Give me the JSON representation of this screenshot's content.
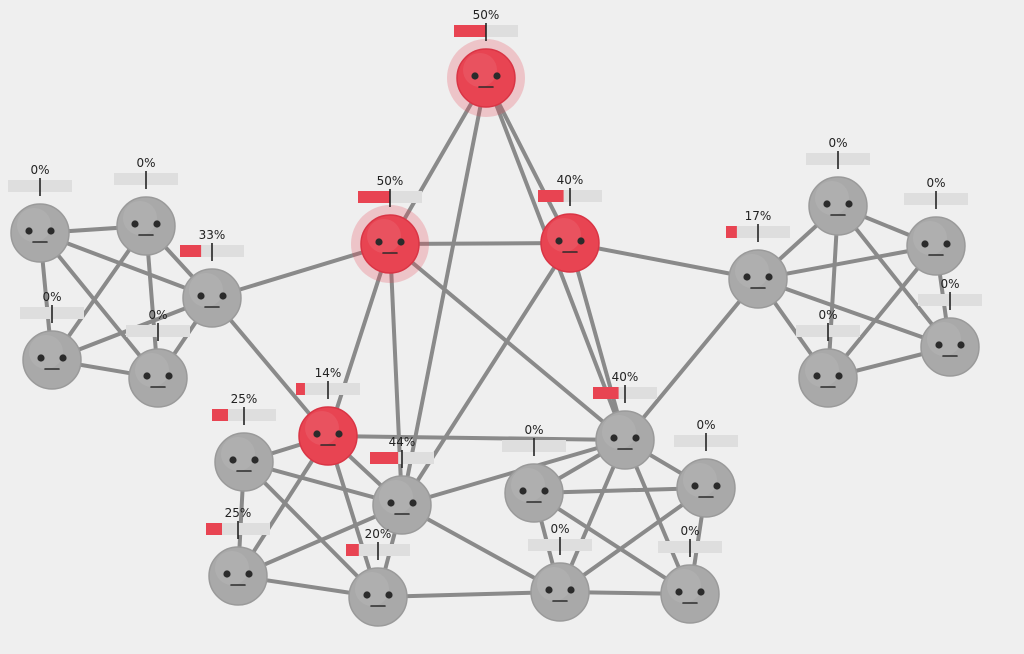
{
  "game": {
    "colors": {
      "background": "#efefef",
      "infected": "#e84452",
      "healthy": "#a9a9a9",
      "edge": "#8a8a8a",
      "bar_bg": "#dedede",
      "bar_fill": "#e84452"
    },
    "nodes": [
      {
        "id": "n0",
        "label": "50%",
        "percent": 0.5,
        "state": "infected",
        "glow": true
      },
      {
        "id": "n1",
        "label": "50%",
        "percent": 0.5,
        "state": "infected",
        "glow": true
      },
      {
        "id": "n2",
        "label": "40%",
        "percent": 0.4,
        "state": "infected",
        "glow": false
      },
      {
        "id": "n3",
        "label": "14%",
        "percent": 0.14,
        "state": "infected",
        "glow": false
      },
      {
        "id": "n4",
        "label": "0%",
        "percent": 0,
        "state": "healthy"
      },
      {
        "id": "n5",
        "label": "0%",
        "percent": 0,
        "state": "healthy"
      },
      {
        "id": "n6",
        "label": "33%",
        "percent": 0.33,
        "state": "healthy"
      },
      {
        "id": "n7",
        "label": "0%",
        "percent": 0,
        "state": "healthy"
      },
      {
        "id": "n8",
        "label": "0%",
        "percent": 0,
        "state": "healthy"
      },
      {
        "id": "n9",
        "label": "0%",
        "percent": 0,
        "state": "healthy"
      },
      {
        "id": "n10",
        "label": "0%",
        "percent": 0,
        "state": "healthy"
      },
      {
        "id": "n11",
        "label": "17%",
        "percent": 0.17,
        "state": "healthy"
      },
      {
        "id": "n12",
        "label": "0%",
        "percent": 0,
        "state": "healthy"
      },
      {
        "id": "n13",
        "label": "0%",
        "percent": 0,
        "state": "healthy"
      },
      {
        "id": "n14",
        "label": "40%",
        "percent": 0.4,
        "state": "healthy"
      },
      {
        "id": "n15",
        "label": "25%",
        "percent": 0.25,
        "state": "healthy"
      },
      {
        "id": "n16",
        "label": "44%",
        "percent": 0.44,
        "state": "healthy"
      },
      {
        "id": "n17",
        "label": "25%",
        "percent": 0.25,
        "state": "healthy"
      },
      {
        "id": "n18",
        "label": "20%",
        "percent": 0.2,
        "state": "healthy"
      },
      {
        "id": "n19",
        "label": "0%",
        "percent": 0,
        "state": "healthy"
      },
      {
        "id": "n20",
        "label": "0%",
        "percent": 0,
        "state": "healthy"
      },
      {
        "id": "n21",
        "label": "0%",
        "percent": 0,
        "state": "healthy"
      },
      {
        "id": "n22",
        "label": "0%",
        "percent": 0,
        "state": "healthy"
      }
    ],
    "edges": [
      [
        "n0",
        "n1"
      ],
      [
        "n0",
        "n2"
      ],
      [
        "n0",
        "n16"
      ],
      [
        "n0",
        "n14"
      ],
      [
        "n1",
        "n2"
      ],
      [
        "n1",
        "n3"
      ],
      [
        "n1",
        "n6"
      ],
      [
        "n1",
        "n16"
      ],
      [
        "n1",
        "n14"
      ],
      [
        "n2",
        "n14"
      ],
      [
        "n2",
        "n16"
      ],
      [
        "n2",
        "n11"
      ],
      [
        "n3",
        "n6"
      ],
      [
        "n3",
        "n15"
      ],
      [
        "n3",
        "n16"
      ],
      [
        "n3",
        "n17"
      ],
      [
        "n3",
        "n18"
      ],
      [
        "n3",
        "n14"
      ],
      [
        "n4",
        "n5"
      ],
      [
        "n4",
        "n6"
      ],
      [
        "n4",
        "n7"
      ],
      [
        "n4",
        "n8"
      ],
      [
        "n5",
        "n7"
      ],
      [
        "n5",
        "n8"
      ],
      [
        "n5",
        "n6"
      ],
      [
        "n6",
        "n7"
      ],
      [
        "n6",
        "n8"
      ],
      [
        "n7",
        "n8"
      ],
      [
        "n9",
        "n10"
      ],
      [
        "n9",
        "n11"
      ],
      [
        "n9",
        "n12"
      ],
      [
        "n9",
        "n13"
      ],
      [
        "n10",
        "n11"
      ],
      [
        "n10",
        "n12"
      ],
      [
        "n10",
        "n13"
      ],
      [
        "n11",
        "n12"
      ],
      [
        "n11",
        "n13"
      ],
      [
        "n12",
        "n13"
      ],
      [
        "n11",
        "n14"
      ],
      [
        "n14",
        "n16"
      ],
      [
        "n14",
        "n19"
      ],
      [
        "n14",
        "n20"
      ],
      [
        "n14",
        "n21"
      ],
      [
        "n14",
        "n22"
      ],
      [
        "n15",
        "n16"
      ],
      [
        "n15",
        "n17"
      ],
      [
        "n15",
        "n18"
      ],
      [
        "n16",
        "n17"
      ],
      [
        "n16",
        "n18"
      ],
      [
        "n16",
        "n21"
      ],
      [
        "n17",
        "n18"
      ],
      [
        "n18",
        "n21"
      ],
      [
        "n19",
        "n20"
      ],
      [
        "n19",
        "n21"
      ],
      [
        "n19",
        "n22"
      ],
      [
        "n20",
        "n21"
      ],
      [
        "n20",
        "n22"
      ],
      [
        "n21",
        "n22"
      ]
    ]
  }
}
